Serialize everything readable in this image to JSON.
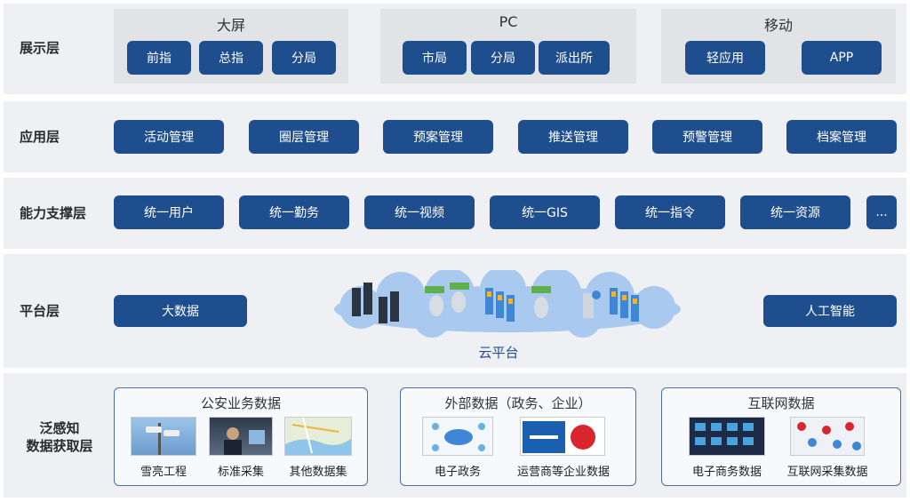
{
  "layers": {
    "display": {
      "label": "展示层",
      "groups": [
        {
          "title": "大屏",
          "items": [
            "前指",
            "总指",
            "分局"
          ]
        },
        {
          "title": "PC",
          "items": [
            "市局",
            "分局",
            "派出所"
          ]
        },
        {
          "title": "移动",
          "items": [
            "轻应用",
            "APP"
          ]
        }
      ]
    },
    "application": {
      "label": "应用层",
      "items": [
        "活动管理",
        "圈层管理",
        "预案管理",
        "推送管理",
        "预警管理",
        "档案管理"
      ]
    },
    "capability": {
      "label": "能力支撑层",
      "items": [
        "统一用户",
        "统一勤务",
        "统一视频",
        "统一GIS",
        "统一指令",
        "统一资源",
        "..."
      ]
    },
    "platform": {
      "label": "平台层",
      "left": "大数据",
      "right": "人工智能",
      "cloud_label": "云平台"
    },
    "data": {
      "label_line1": "泛感知",
      "label_line2": "数据获取层",
      "boxes": [
        {
          "title": "公安业务数据",
          "items": [
            "雪亮工程",
            "标准采集",
            "其他数据集"
          ]
        },
        {
          "title": "外部数据（政务、企业）",
          "items": [
            "电子政务",
            "运营商等企业数据"
          ]
        },
        {
          "title": "互联网数据",
          "items": [
            "电子商务数据",
            "互联网采集数据"
          ]
        }
      ]
    }
  },
  "colors": {
    "button": "#1e4e8e",
    "layer_bg": "#eef0f3",
    "group_bg": "#e1e3e6",
    "cloud": "#a9c9ee"
  }
}
